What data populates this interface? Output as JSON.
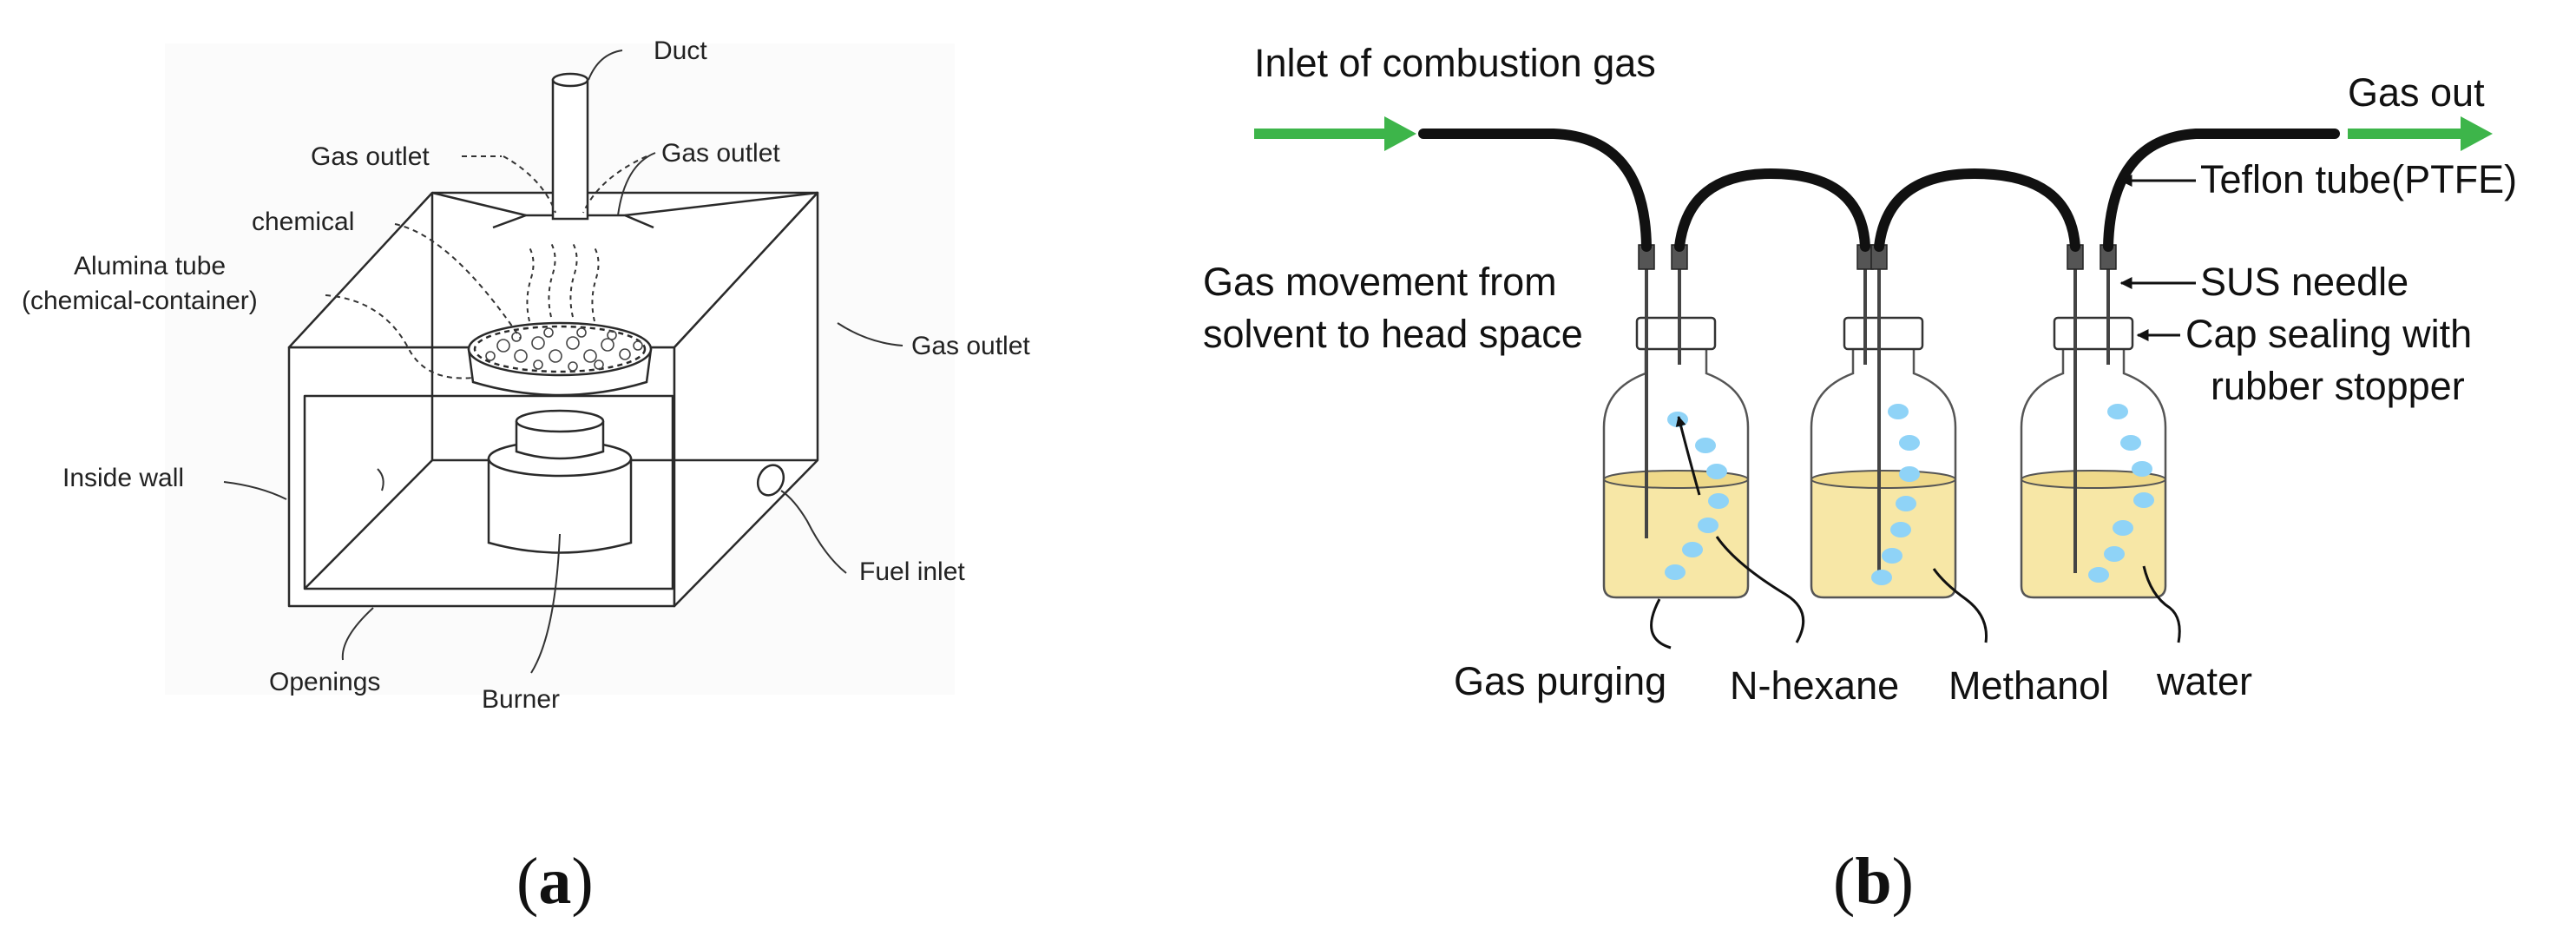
{
  "panel_a": {
    "caption_open": "(",
    "caption_letter": "a",
    "caption_close": ")",
    "labels": {
      "duct": "Duct",
      "gas_outlet_left": "Gas outlet",
      "gas_outlet_top": "Gas outlet",
      "chemical": "chemical",
      "alumina_tube_1": "Alumina tube",
      "alumina_tube_2": "(chemical-container)",
      "gas_outlet_right": "Gas outlet",
      "inside_wall": "Inside wall",
      "fuel_inlet": "Fuel inlet",
      "openings": "Openings",
      "burner": "Burner"
    }
  },
  "panel_b": {
    "caption_open": "(",
    "caption_letter": "b",
    "caption_close": ")",
    "labels": {
      "inlet": "Inlet of combustion gas",
      "gas_out": "Gas out",
      "teflon_tube": "Teflon tube(PTFE)",
      "sus_needle": "SUS needle",
      "gas_movement_1": "Gas movement from",
      "gas_movement_2": "solvent to head space",
      "cap_sealing_1": "Cap sealing with",
      "cap_sealing_2": "rubber stopper",
      "gas_purging": "Gas purging",
      "n_hexane": "N-hexane",
      "methanol": "Methanol",
      "water": "water"
    },
    "colors": {
      "arrow_green": "#3db54a",
      "solvent_yellow": "#f7e7a6",
      "bubble_blue": "#8fd3f7",
      "tube_black": "#111111"
    }
  }
}
